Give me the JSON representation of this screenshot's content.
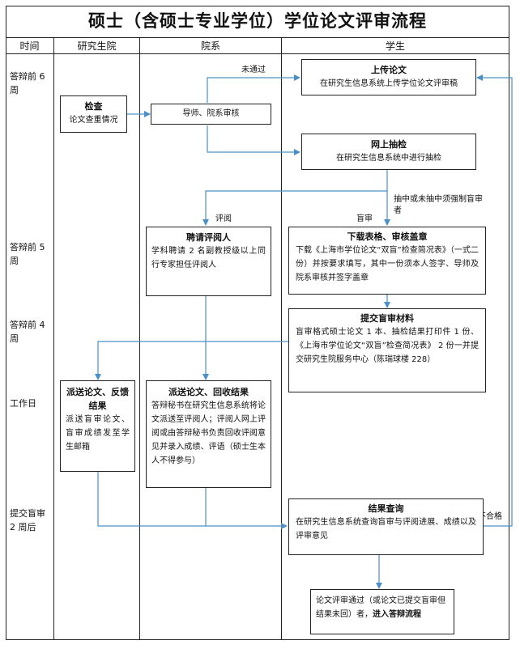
{
  "title": "硕士（含硕士专业学位）学位论文评审流程",
  "columns": {
    "time": "时间",
    "graduate_school": "研究生院",
    "department": "院系",
    "student": "学生"
  },
  "time_labels": {
    "t1": "答辩前 6 周",
    "t2": "答辩前 5 周",
    "t3": "答辩前 4 周",
    "t4": "工作日",
    "t5": "提交盲审 2 周后"
  },
  "boxes": {
    "upload": {
      "title": "上传论文",
      "body": "在研究生信息系统上传学位论文评审稿"
    },
    "check": {
      "title": "检查",
      "body": "论文查重情况"
    },
    "review": {
      "body": "导师、院系审核"
    },
    "sample": {
      "title": "网上抽检",
      "body": "在研究生信息系统中进行抽检"
    },
    "hire": {
      "title": "聘请评阅人",
      "body": "学科聘请 2 名副教授级以上同行专家担任评阅人"
    },
    "download": {
      "title": "下载表格、审核盖章",
      "body": "下载《上海市学位论文“双盲”检查简况表》（一式二份）并按要求填写，其中一份须本人签字、导师及院系审核并签字盖章"
    },
    "submit": {
      "title": "提交盲审材料",
      "body": "盲审格式硕士论文 1 本、抽检结果打印件 1 份、《上海市学位论文“双盲”检查简况表》 2 份一并提交研究生院服务中心（陈瑞球楼 228）"
    },
    "feedback": {
      "title": "派送论文、反馈结果",
      "body": "派送盲审论文、盲审成绩发至学生邮箱"
    },
    "deliver": {
      "title": "派送论文、回收结果",
      "body": "答辩秘书在研究生信息系统将论文派送至评阅人；评阅人网上评阅或由答辩秘书负责回收评阅意见并录入成绩、评语（硕士生本人不得参与）"
    },
    "query": {
      "title": "结果查询",
      "body": "在研究生信息系统查询盲审与评阅进展、成绩以及评审意见"
    },
    "final": {
      "body": "论文评审通过（或论文已提交盲审但结果未回）者，",
      "bold": "进入答辩流程"
    }
  },
  "arrow_labels": {
    "not_passed": "未通过",
    "sampled": "抽中或未抽中须强制盲审者",
    "blind_review": "盲审",
    "peer_review": "评阅",
    "unqualified": "不合格"
  },
  "colors": {
    "arrow": "#4a90c8",
    "line": "#222222"
  }
}
